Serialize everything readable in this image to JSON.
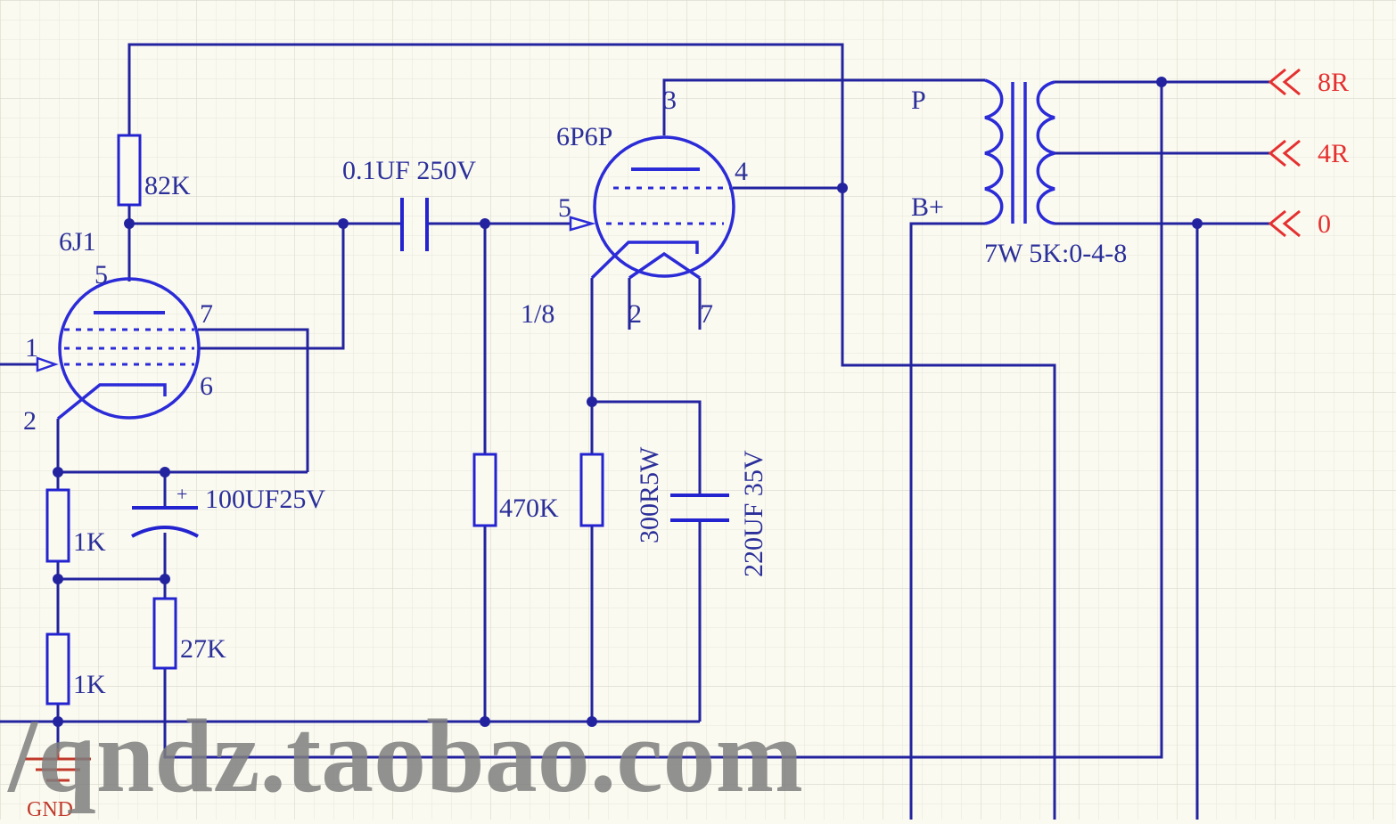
{
  "tubes": {
    "v1": {
      "name": "6J1",
      "pins": [
        "1",
        "2",
        "5",
        "6",
        "7"
      ]
    },
    "v2": {
      "name": "6P6P",
      "pins": [
        "2",
        "3",
        "4",
        "5",
        "7"
      ],
      "heater_note": "1/8"
    }
  },
  "components": {
    "r_plate": "82K",
    "c_coupling": "0.1UF 250V",
    "r_grid": "470K",
    "r_cathode": "300R5W",
    "c_cathode": "220UF 35V",
    "r_k1": "1K",
    "r_k2": "1K",
    "c_bypass": "100UF25V",
    "c_bypass_polarity": "+",
    "r_fb": "27K"
  },
  "transformer": {
    "spec": "7W 5K:0-4-8",
    "p_label": "P",
    "bplus_label": "B+"
  },
  "outputs": {
    "o8": "8R",
    "o4": "4R",
    "o0": "0"
  },
  "ground_label": "GND",
  "watermark": ":/qndz.taobao.com",
  "colors": {
    "wire": "#2323a0",
    "tube": "#2b2bd8",
    "port": "#e53030",
    "grid": "#e5e5dc"
  }
}
